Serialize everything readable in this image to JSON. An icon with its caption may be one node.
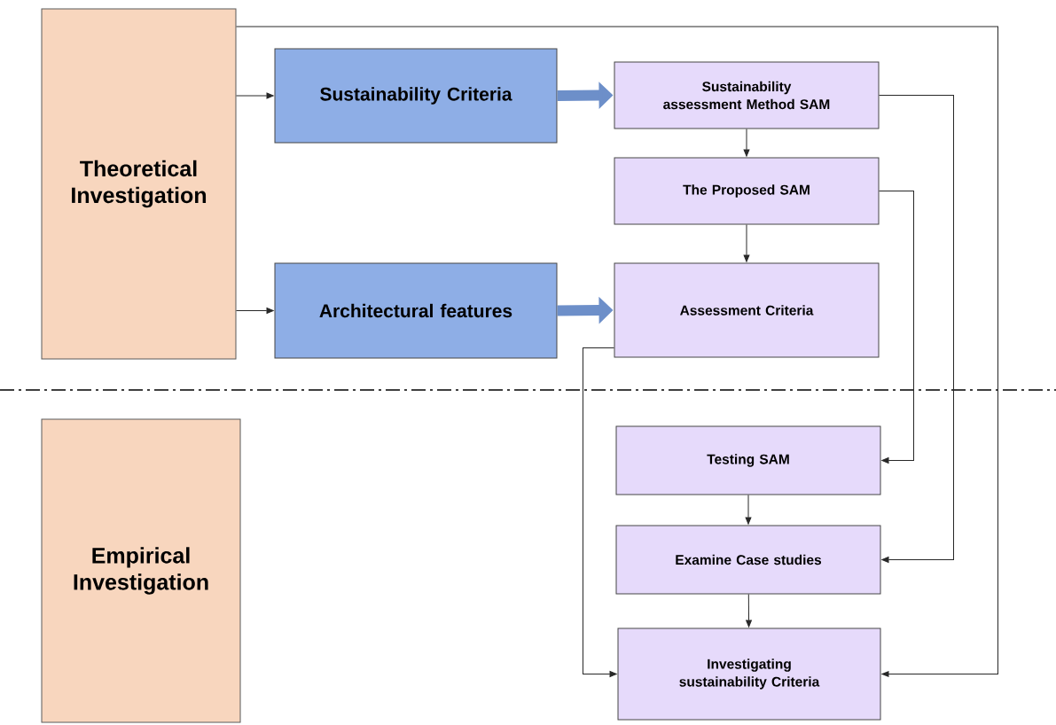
{
  "diagram": {
    "nodes": [
      {
        "text": [
          "Theoretical Investigation"
        ]
      },
      {
        "text": [
          "Sustainability Criteria"
        ]
      },
      {
        "text": [
          "Sustainability assessment Method SAM"
        ]
      },
      {
        "text": [
          "The Proposed SAM"
        ]
      },
      {
        "text": [
          "Architectural features"
        ]
      },
      {
        "text": [
          "Assessment Criteria"
        ]
      },
      {
        "text": [
          "Empirical Investigation"
        ]
      },
      {
        "text": [
          "Testing SAM"
        ]
      },
      {
        "text": [
          "Examine Case studies"
        ]
      },
      {
        "text": [
          "Investigating sustainability Criteria"
        ]
      }
    ],
    "edges": [
      {
        "from": 0,
        "to": 1,
        "arrow": "to"
      },
      {
        "from": 0,
        "to": 4,
        "arrow": "to"
      },
      {
        "from": 1,
        "to": 2,
        "arrow": "to",
        "style": "thick",
        "color": "#6d8fc9"
      },
      {
        "from": 4,
        "to": 5,
        "arrow": "to",
        "style": "thick",
        "color": "#6d8fc9"
      },
      {
        "from": 2,
        "to": 3,
        "arrow": "to"
      },
      {
        "from": 3,
        "to": 5,
        "arrow": "to"
      },
      {
        "from": 0,
        "to": 9,
        "arrow": "to"
      },
      {
        "from": 2,
        "to": 8,
        "arrow": "to"
      },
      {
        "from": 3,
        "to": 7,
        "arrow": "to"
      },
      {
        "from": 5,
        "to": 9,
        "arrow": "to"
      },
      {
        "from": 7,
        "to": 8,
        "arrow": "to"
      },
      {
        "from": 8,
        "to": 9,
        "arrow": "to"
      }
    ]
  }
}
